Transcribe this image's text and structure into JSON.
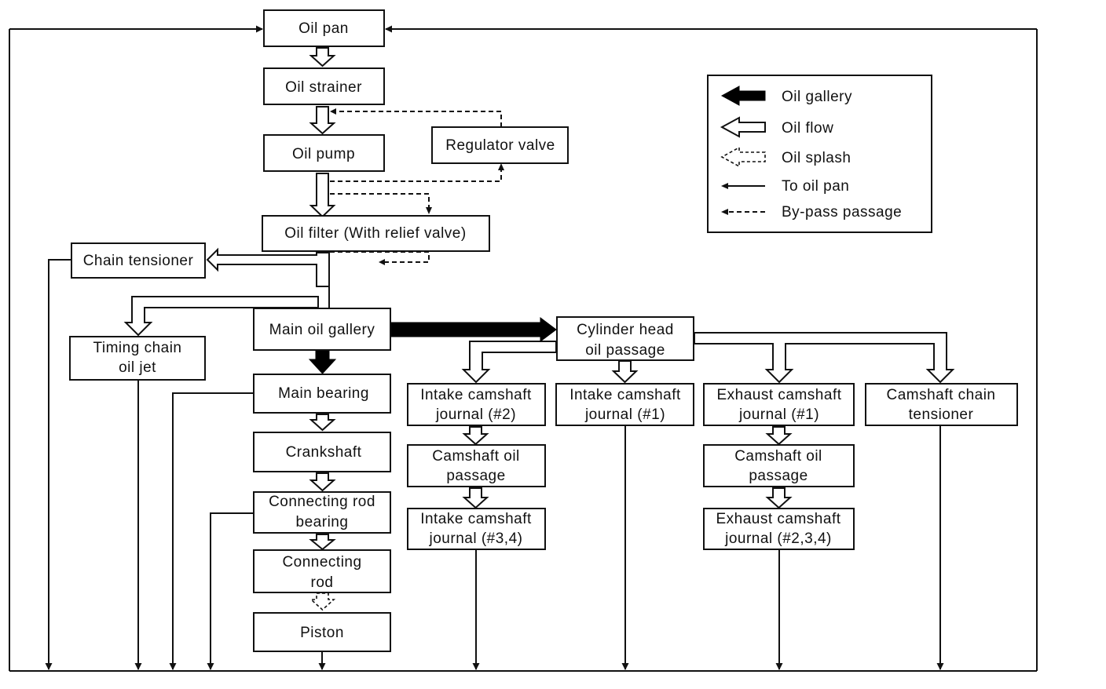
{
  "boxes": {
    "oil_pan": [
      "Oil pan"
    ],
    "oil_strainer": [
      "Oil strainer"
    ],
    "regulator_valve": [
      "Regulator valve"
    ],
    "oil_pump": [
      "Oil pump"
    ],
    "oil_filter": [
      "Oil filter (With relief valve)"
    ],
    "chain_tensioner": [
      "Chain tensioner"
    ],
    "timing_chain_oil_jet": [
      "Timing chain",
      "oil jet"
    ],
    "main_oil_gallery": [
      "Main oil gallery"
    ],
    "cylinder_head_oil_passage": [
      "Cylinder head",
      "oil passage"
    ],
    "main_bearing": [
      "Main bearing"
    ],
    "crankshaft": [
      "Crankshaft"
    ],
    "connecting_rod_bearing": [
      "Connecting rod",
      "bearing"
    ],
    "connecting_rod": [
      "Connecting",
      "rod"
    ],
    "piston": [
      "Piston"
    ],
    "intake_camshaft_journal_2": [
      "Intake camshaft",
      "journal (#2)"
    ],
    "intake_camshaft_journal_1": [
      "Intake camshaft",
      "journal (#1)"
    ],
    "exhaust_camshaft_journal_1": [
      "Exhaust camshaft",
      "journal (#1)"
    ],
    "camshaft_chain_tensioner": [
      "Camshaft chain",
      "tensioner"
    ],
    "camshaft_oil_passage_intake": [
      "Camshaft oil",
      "passage"
    ],
    "camshaft_oil_passage_exhaust": [
      "Camshaft oil",
      "passage"
    ],
    "intake_camshaft_journal_34": [
      "Intake camshaft",
      "journal (#3,4)"
    ],
    "exhaust_camshaft_journal_234": [
      "Exhaust camshaft",
      "journal (#2,3,4)"
    ]
  },
  "legend": {
    "oil_gallery": "Oil gallery",
    "oil_flow": "Oil flow",
    "oil_splash": "Oil splash",
    "to_oil_pan": "To oil pan",
    "bypass_passage": "By-pass passage"
  }
}
